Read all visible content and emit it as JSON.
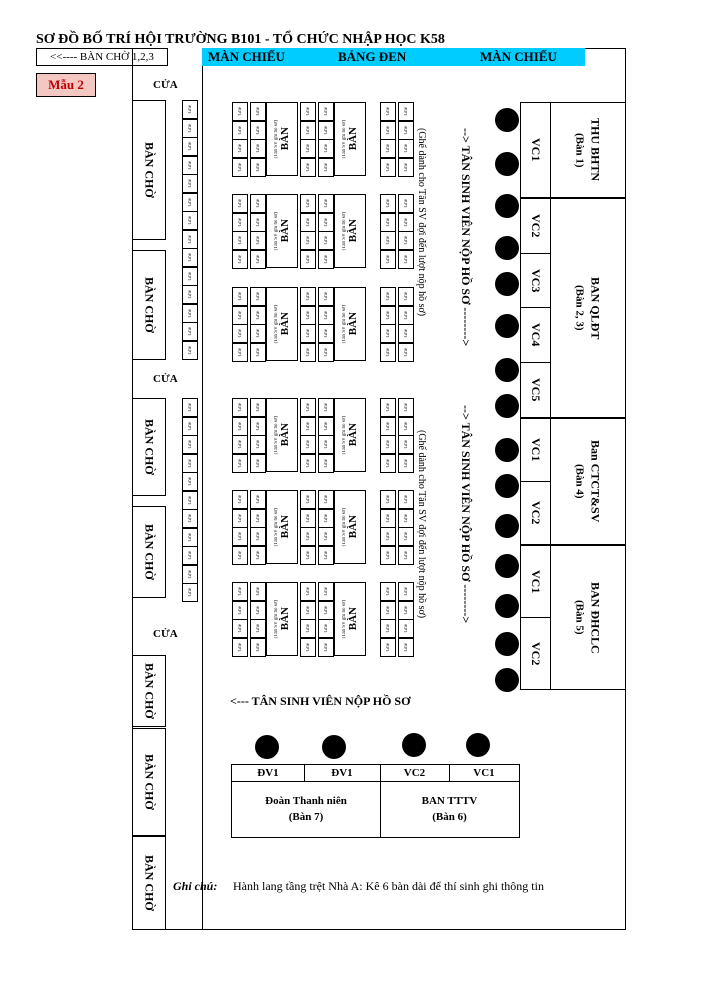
{
  "title": "SƠ ĐỒ BỐ TRÍ HỘI TRƯỜNG B101 - TỔ CHỨC NHẬP HỌC K58",
  "waiting_link": "<<---- BÀN CHỜ 1,2,3",
  "screen_left": "MÀN CHIẾU",
  "blackboard": "BẢNG ĐEN",
  "screen_right": "MÀN CHIẾU",
  "form": "Mẫu 2",
  "door": "CỬA",
  "waiting_table": "BÀN CHỜ",
  "table": "BÀN",
  "table_note": "(Tân SV ghi hồ sơ)",
  "chair": "Ghế",
  "reserved_note": "(Ghế dành cho Tân SV đợi đến lượt nộp hồ sơ)",
  "flow_label": "--> TÂN SINH VIÊN NỘP HỒ SƠ -------->",
  "bottom_flow": "<--- TÂN SINH VIÊN NỘP HỒ SƠ",
  "desks": [
    {
      "name": "THU BHTN",
      "sub": "(Bàn 1)",
      "slots": [
        "VC1"
      ]
    },
    {
      "name": "BAN QLĐT",
      "sub": "(Bàn 2, 3)",
      "slots": [
        "VC2",
        "VC3",
        "VC4",
        "VC5"
      ]
    },
    {
      "name": "Ban CTCT&SV",
      "sub": "(Bàn 4)",
      "slots": [
        "VC1",
        "VC2"
      ]
    },
    {
      "name": "BAN ĐHCLC",
      "sub": "(Bàn 5)",
      "slots": [
        "VC1",
        "VC2"
      ]
    }
  ],
  "bottom_desk": {
    "slots": [
      "ĐV1",
      "ĐV1",
      "VC2",
      "VC1"
    ],
    "left_name": "Đoàn Thanh niên",
    "left_sub": "(Bàn 7)",
    "right_name": "BAN TTTV",
    "right_sub": "(Bàn 6)"
  },
  "note_label": "Ghi chú:",
  "note_text": "Hành lang tầng trệt Nhà A: Kê 6 bàn dài để thí sinh ghi thông tin",
  "colors": {
    "cyan": "#00ccff",
    "form_bg": "#f4c7c3",
    "form_text": "#c00000"
  }
}
